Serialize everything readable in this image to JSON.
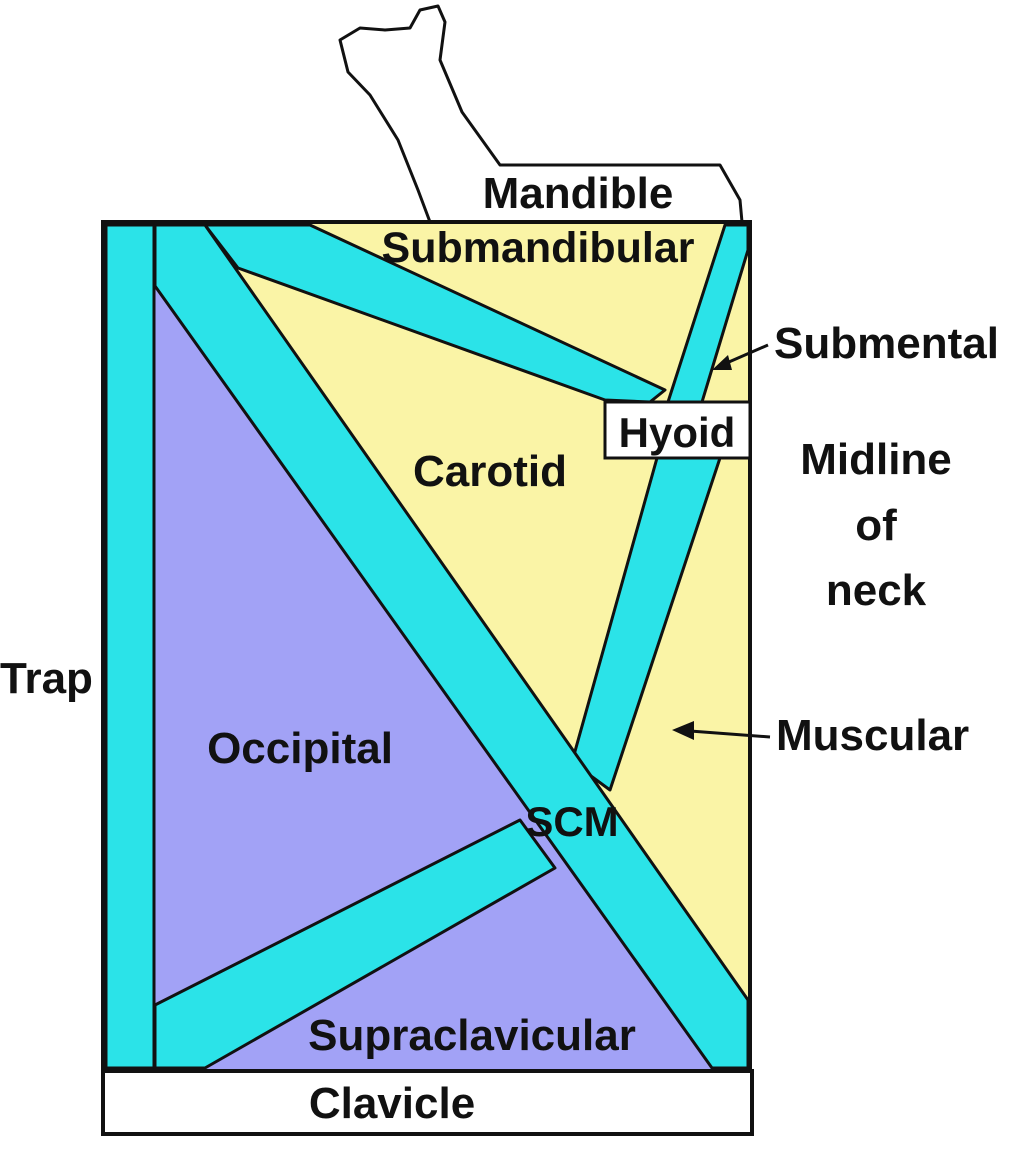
{
  "labels": {
    "mandible": "Mandible",
    "submandibular": "Submandibular",
    "submental": "Submental",
    "hyoid": "Hyoid",
    "carotid": "Carotid",
    "midline_line1": "Midline",
    "midline_line2": "of",
    "midline_line3": "neck",
    "trap": "Trap",
    "muscular": "Muscular",
    "occipital": "Occipital",
    "scm": "SCM",
    "supraclavicular": "Supraclavicular",
    "clavicle": "Clavicle"
  },
  "colors": {
    "anterior_triangle": "#FAF4A6",
    "posterior_triangle": "#A2A2F6",
    "muscle": "#2BE3E8",
    "outline": "#111111",
    "bone": "#FFFFFF"
  }
}
